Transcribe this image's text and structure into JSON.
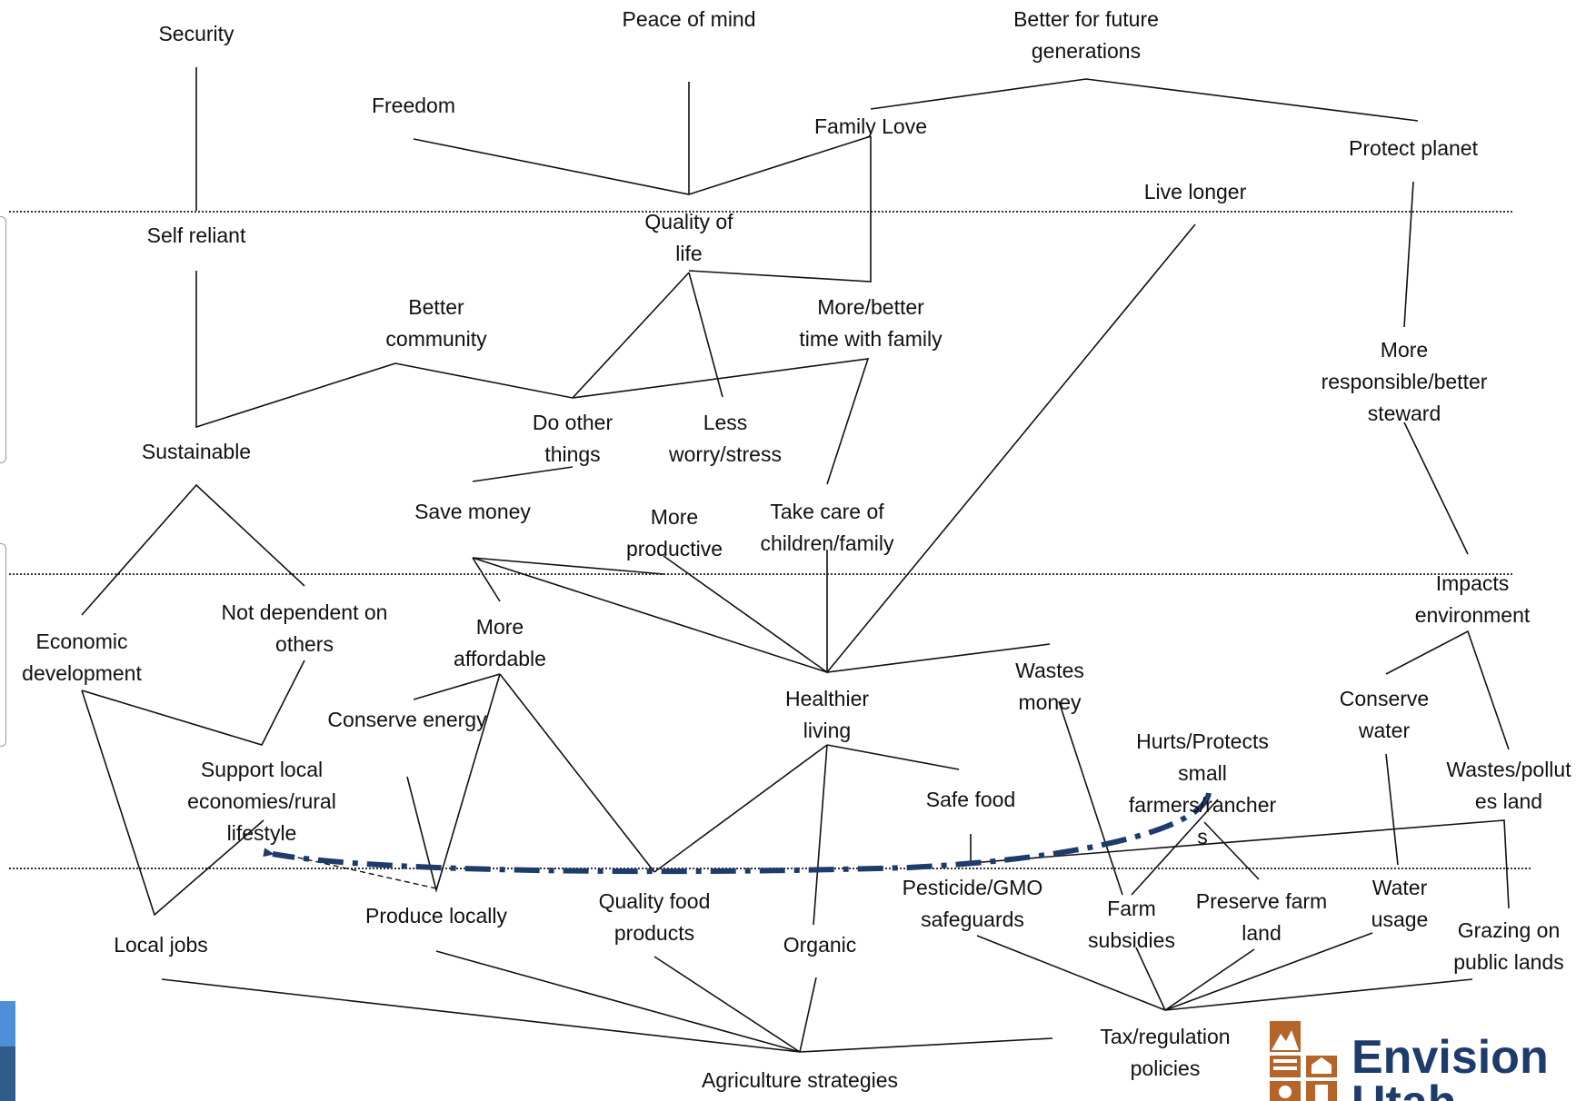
{
  "diagram": {
    "nodes": [
      {
        "id": "security",
        "lines": [
          "Security"
        ]
      },
      {
        "id": "peace",
        "lines": [
          "Peace of mind"
        ]
      },
      {
        "id": "future",
        "lines": [
          "Better for future",
          "generations"
        ]
      },
      {
        "id": "freedom",
        "lines": [
          "Freedom"
        ]
      },
      {
        "id": "family_love",
        "lines": [
          "Family Love"
        ]
      },
      {
        "id": "protect",
        "lines": [
          "Protect planet"
        ]
      },
      {
        "id": "live_longer",
        "lines": [
          "Live longer"
        ]
      },
      {
        "id": "self_reliant",
        "lines": [
          "Self reliant"
        ]
      },
      {
        "id": "quality_life",
        "lines": [
          "Quality of",
          "life"
        ]
      },
      {
        "id": "better_comm",
        "lines": [
          "Better",
          "community"
        ]
      },
      {
        "id": "more_time",
        "lines": [
          "More/better",
          "time with family"
        ]
      },
      {
        "id": "responsible",
        "lines": [
          "More",
          "responsible/better",
          "steward"
        ]
      },
      {
        "id": "sustainable",
        "lines": [
          "Sustainable"
        ]
      },
      {
        "id": "do_other",
        "lines": [
          "Do other",
          "things"
        ]
      },
      {
        "id": "less_worry",
        "lines": [
          "Less",
          "worry/stress"
        ]
      },
      {
        "id": "save_money",
        "lines": [
          "Save money"
        ]
      },
      {
        "id": "more_prod",
        "lines": [
          "More",
          "productive"
        ]
      },
      {
        "id": "take_care",
        "lines": [
          "Take care of",
          "children/family"
        ]
      },
      {
        "id": "impacts_env",
        "lines": [
          "Impacts",
          "environment"
        ]
      },
      {
        "id": "econ_dev",
        "lines": [
          "Economic",
          "development"
        ]
      },
      {
        "id": "not_dep",
        "lines": [
          "Not dependent on",
          "others"
        ]
      },
      {
        "id": "more_afford",
        "lines": [
          "More",
          "affordable"
        ]
      },
      {
        "id": "wastes_money",
        "lines": [
          "Wastes",
          "money"
        ]
      },
      {
        "id": "healthier",
        "lines": [
          "Healthier",
          "living"
        ]
      },
      {
        "id": "conserve_water",
        "lines": [
          "Conserve",
          "water"
        ]
      },
      {
        "id": "conserve_energy",
        "lines": [
          "Conserve energy"
        ]
      },
      {
        "id": "hurts",
        "lines": [
          "Hurts/Protects",
          "small",
          "farmers/rancher",
          "s"
        ]
      },
      {
        "id": "wastes_land",
        "lines": [
          "Wastes/pollut",
          "es land"
        ]
      },
      {
        "id": "support_local",
        "lines": [
          "Support local",
          "economies/rural",
          "lifestyle"
        ]
      },
      {
        "id": "safe_food",
        "lines": [
          "Safe food"
        ]
      },
      {
        "id": "produce_local",
        "lines": [
          "Produce locally"
        ]
      },
      {
        "id": "quality_food",
        "lines": [
          "Quality food",
          "products"
        ]
      },
      {
        "id": "pesticide",
        "lines": [
          "Pesticide/GMO",
          "safeguards"
        ]
      },
      {
        "id": "farm_sub",
        "lines": [
          "Farm",
          "subsidies"
        ]
      },
      {
        "id": "preserve",
        "lines": [
          "Preserve farm",
          "land"
        ]
      },
      {
        "id": "water_usage",
        "lines": [
          "Water",
          "usage"
        ]
      },
      {
        "id": "local_jobs",
        "lines": [
          "Local jobs"
        ]
      },
      {
        "id": "organic",
        "lines": [
          "Organic"
        ]
      },
      {
        "id": "grazing",
        "lines": [
          "Grazing on",
          "public lands"
        ]
      },
      {
        "id": "tax",
        "lines": [
          "Tax/regulation",
          "policies"
        ]
      },
      {
        "id": "ag",
        "lines": [
          "Agriculture strategies"
        ]
      }
    ]
  },
  "logo": {
    "label_line1": "Envision",
    "label_line2": "Utah",
    "brand_color": "#1d3b6b",
    "accent_color": "#b5652a"
  },
  "colors": {
    "line": "#111111",
    "divider": "#333333",
    "arrow": "#1d3b6b",
    "deco_blue_light": "#4e90d8",
    "deco_blue_dark": "#2f5c8a"
  }
}
